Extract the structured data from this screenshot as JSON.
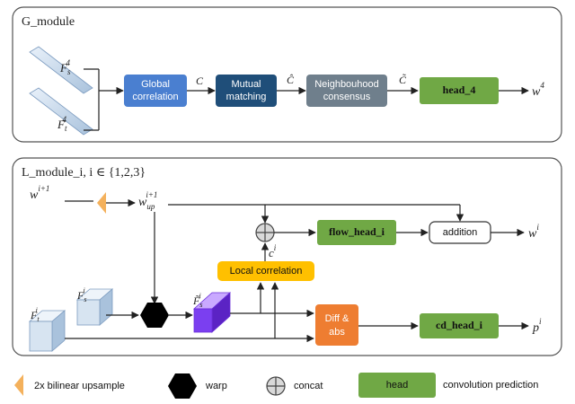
{
  "colors": {
    "blue_box": "#4a7fd0",
    "navy_box": "#1f4e79",
    "gray_box": "#6f7f8c",
    "green_box": "#70a845",
    "orange_box": "#ee7d31",
    "yellow_box": "#ffc000",
    "purple_feature": "#7b3ff0",
    "feature_light": "#c8d8ea",
    "upsample_orange": "#f4b15c",
    "panel_border": "#555555"
  },
  "g_module": {
    "title": "G_module",
    "feature_source": {
      "base": "F",
      "sub": "s",
      "sup": "4"
    },
    "feature_target": {
      "base": "F",
      "sub": "t",
      "sup": "4"
    },
    "global_correlation": {
      "line1": "Global",
      "line2": "correlation"
    },
    "edge_c": "C",
    "mutual_matching": {
      "line1": "Mutual",
      "line2": "matching"
    },
    "edge_c_hat": "Ĉ",
    "neighbourhood_consensus": {
      "line1": "Neighbouhood",
      "line2": "consensus"
    },
    "edge_c_tilde": "C̃",
    "head": "head_4",
    "output": {
      "base": "w",
      "sup": "4"
    }
  },
  "l_module": {
    "title": "L_module_i, i ∈ {1,2,3}",
    "input_w": {
      "base": "w",
      "sup": "i+1"
    },
    "w_up": {
      "base": "w",
      "sub": "up",
      "sup": "i+1"
    },
    "feature_target": {
      "base": "F",
      "sub": "t",
      "sup": "i"
    },
    "feature_source": {
      "base": "F",
      "sub": "s",
      "sup": "i"
    },
    "warped_feature": {
      "base": "F̃",
      "sub": "s",
      "sup": "i"
    },
    "local_correlation": "Local correlation",
    "c_label": {
      "base": "c",
      "sup": "i"
    },
    "flow_head": "flow_head_i",
    "addition": "addition",
    "output_w": {
      "base": "w",
      "sup": "i"
    },
    "diff_abs": {
      "line1": "Diff &",
      "line2": "abs"
    },
    "cd_head": "cd_head_i",
    "output_p": {
      "base": "p",
      "sup": "i"
    }
  },
  "legend": {
    "upsample": "2x bilinear upsample",
    "warp": "warp",
    "concat": "concat",
    "head_box": "head",
    "head_desc": "convolution prediction"
  }
}
